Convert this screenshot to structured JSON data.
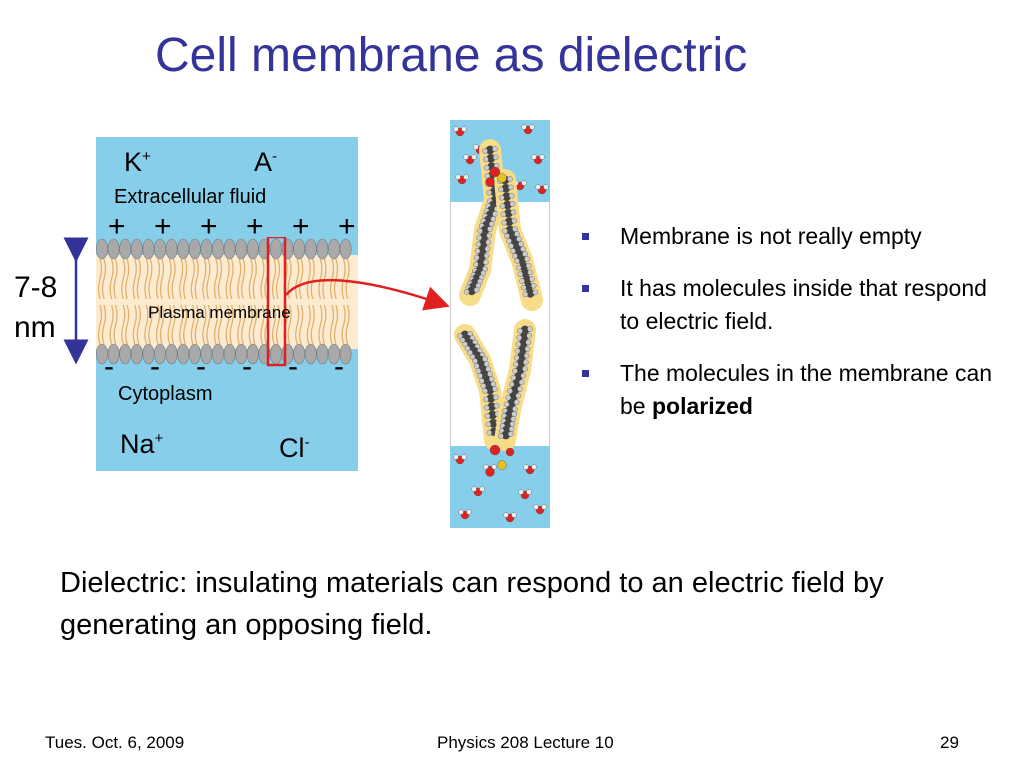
{
  "slide": {
    "title": "Cell membrane as dielectric",
    "diagram": {
      "extracellular_ions": [
        {
          "symbol": "K",
          "charge": "+"
        },
        {
          "symbol": "A",
          "charge": "-"
        }
      ],
      "extracellular_label": "Extracellular fluid",
      "positive_signs": [
        "+",
        "+",
        "+",
        "+",
        "+",
        "+"
      ],
      "membrane_label": "Plasma membrane",
      "negative_signs": [
        "-",
        "-",
        "-",
        "-",
        "-",
        "-"
      ],
      "cytoplasm_label": "Cytoplasm",
      "cytoplasm_ions": [
        {
          "symbol": "Na",
          "charge": "+"
        },
        {
          "symbol": "Cl",
          "charge": "-"
        }
      ],
      "thickness_label_line1": "7-8",
      "thickness_label_line2": "nm"
    },
    "bullets": [
      "Membrane is not really empty",
      "It has molecules inside that respond to electric field.",
      "The molecules in the membrane can be "
    ],
    "bullet3_bold": "polarized",
    "paragraph": "Dielectric: insulating materials can respond to an electric field by generating an opposing field.",
    "footer": {
      "date": "Tues. Oct. 6, 2009",
      "course": "Physics 208 Lecture 10",
      "page": "29"
    },
    "colors": {
      "title": "#333399",
      "fluid": "#87ceeb",
      "lipid_head": "#a9a9a9",
      "lipid_tail": "#f5deb3",
      "highlight": "#e02020"
    }
  }
}
